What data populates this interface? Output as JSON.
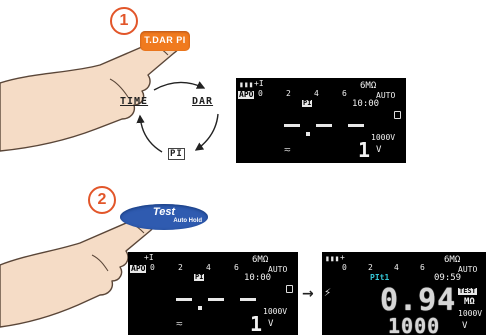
{
  "steps": [
    {
      "number": "1",
      "button_label": "T.DAR PI",
      "cycle_labels": {
        "left": "TIME",
        "right": "DAR",
        "bottom": "PI"
      },
      "screen": {
        "battery": "▮▮▮",
        "plus_i": "+I",
        "apo": "APO",
        "scale": [
          "0",
          "2",
          "4",
          "6"
        ],
        "range": "6MΩ",
        "auto": "AUTO",
        "mode_label": "PI",
        "time": "10:00",
        "lock_icon": "🔒",
        "volt_range": "1000V",
        "ac_symbol": "≂",
        "value": "1",
        "unit": "V"
      }
    },
    {
      "number": "2",
      "button_title": "Test",
      "button_subtitle": "Auto Hold",
      "screen_before": {
        "plus_i": "+I",
        "apo": "APO",
        "scale": [
          "0",
          "2",
          "4",
          "6"
        ],
        "range": "6MΩ",
        "auto": "AUTO",
        "mode_label": "PI",
        "time": "10:00",
        "volt_range": "1000V",
        "ac_symbol": "≂",
        "value": "1",
        "unit": "V"
      },
      "arrow": "→",
      "screen_after": {
        "plus_i": "+",
        "scale": [
          "0",
          "2",
          "4",
          "6"
        ],
        "range": "6MΩ",
        "auto": "AUTO",
        "mode_label": "PIt1",
        "time": "09:59",
        "value": "0.94",
        "test_label": "TEST",
        "unit_ohm": "MΩ",
        "volt_range": "1000V",
        "voltage": "1000",
        "unit": "V",
        "bolt": "⚡"
      }
    }
  ],
  "colors": {
    "accent": "#e2562a",
    "orange_button": "#f07a1e",
    "blue_button": "#2f5bb0",
    "skin": "#f3d9c2",
    "cyan_text": "#35c6d6"
  }
}
